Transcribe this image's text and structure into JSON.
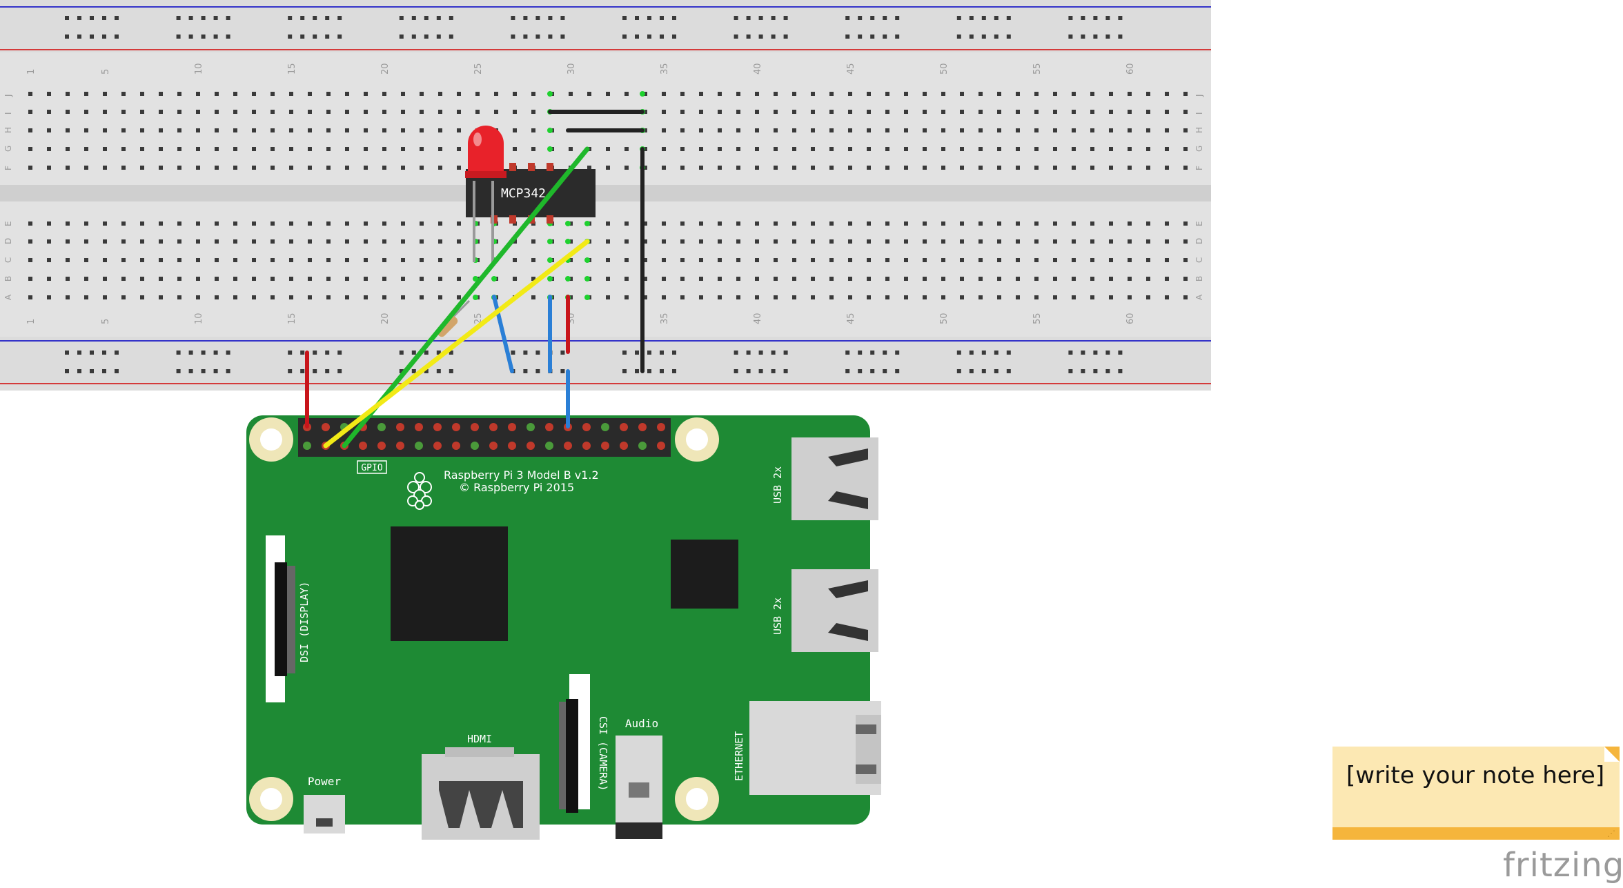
{
  "breadboard": {
    "column_numbers": [
      "1",
      "5",
      "10",
      "15",
      "20",
      "25",
      "30",
      "35",
      "40",
      "45",
      "50",
      "55",
      "60"
    ],
    "row_letters_top": [
      "J",
      "I",
      "H",
      "G",
      "F"
    ],
    "row_letters_bottom": [
      "E",
      "D",
      "C",
      "B",
      "A"
    ]
  },
  "chip": {
    "label": "MCP342"
  },
  "raspberry_pi": {
    "model": "Raspberry Pi 3 Model B v1.2",
    "copyright": "© Raspberry Pi 2015",
    "gpio_label": "GPIO",
    "dsi_label": "DSI (DISPLAY)",
    "csi_label": "CSI (CAMERA)",
    "hdmi_label": "HDMI",
    "audio_label": "Audio",
    "power_label": "Power",
    "usb_label_1": "USB 2x",
    "usb_label_2": "USB 2x",
    "ethernet_label": "ETHERNET"
  },
  "note": {
    "text": "[write your note here]"
  },
  "brand": {
    "logo": "fritzing"
  },
  "colors": {
    "wire_red": "#c8151b",
    "wire_black": "#222222",
    "wire_green": "#1fb82b",
    "wire_yellow": "#f2ea16",
    "wire_blue": "#2a7fd6",
    "pcb_green": "#1e8a34",
    "breadboard": "#dedede",
    "led_red": "#e8222a"
  }
}
